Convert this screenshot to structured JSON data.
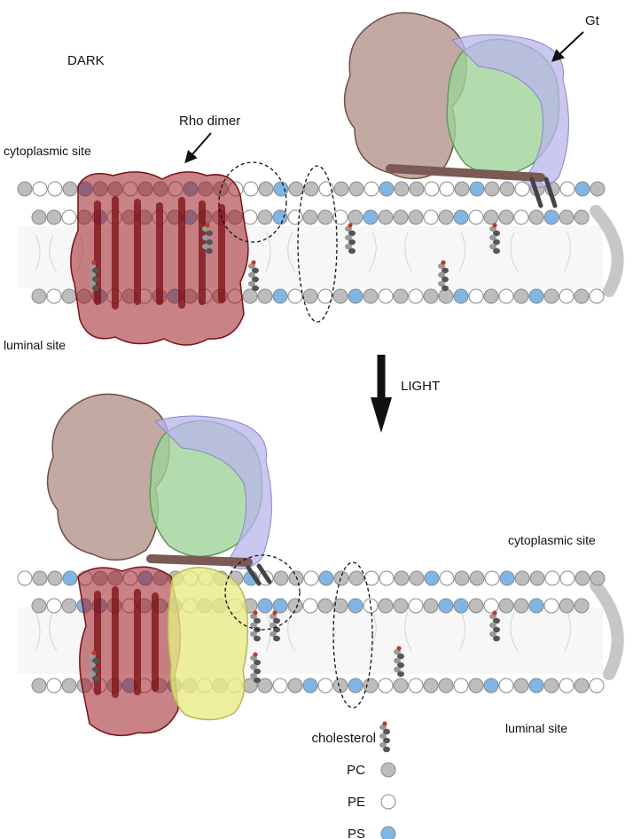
{
  "labels": {
    "dark": "DARK",
    "light": "LIGHT",
    "rho_dimer": "Rho dimer",
    "gt": "Gt",
    "cytoplasmic_top": "cytoplasmic site",
    "luminal_top": "luminal site",
    "cytoplasmic_bottom": "cytoplasmic site",
    "luminal_bottom": "luminal site"
  },
  "legend": [
    {
      "label": "cholesterol",
      "marker": "cholesterol-icon"
    },
    {
      "label": "PC",
      "marker": "circle",
      "color": "#bdbdbd"
    },
    {
      "label": "PE",
      "marker": "circle",
      "color": "#ffffff"
    },
    {
      "label": "PS",
      "marker": "circle",
      "color": "#7fb6e6"
    }
  ],
  "colors": {
    "pc": "#bdbdbd",
    "pe": "#ffffff",
    "ps": "#7fb6e6",
    "rhodopsin": "#9c1c22",
    "transducin_alpha": "#a8867a",
    "transducin_beta": "#9fd39a",
    "transducin_gamma": "#b8b6ec",
    "rho_active": "#e9ea86"
  }
}
